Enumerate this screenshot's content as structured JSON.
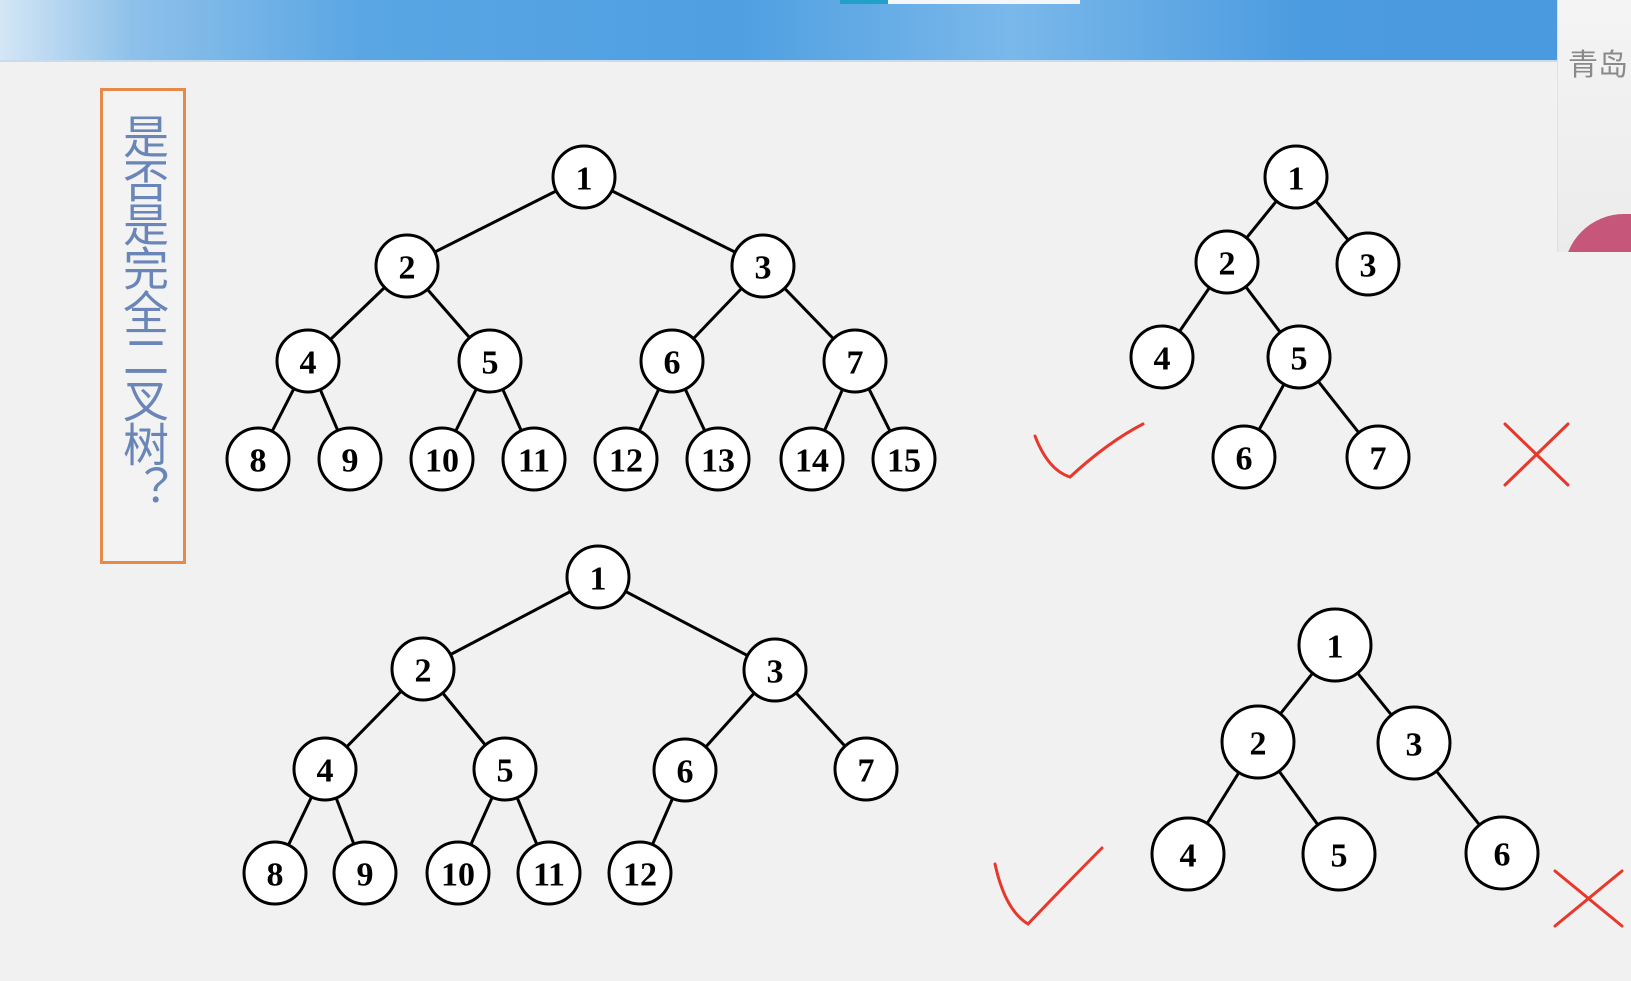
{
  "question": "是否是完全二叉树？",
  "webcam_caption": "青岛",
  "trees": [
    {
      "id": "tree-a",
      "nodes": [
        "1",
        "2",
        "3",
        "4",
        "5",
        "6",
        "7",
        "8",
        "9",
        "10",
        "11",
        "12",
        "13",
        "14",
        "15"
      ],
      "verdict": "correct"
    },
    {
      "id": "tree-b",
      "nodes": [
        "1",
        "2",
        "3",
        "4",
        "5",
        "6",
        "7"
      ],
      "verdict": "incorrect"
    },
    {
      "id": "tree-c",
      "nodes": [
        "1",
        "2",
        "3",
        "4",
        "5",
        "6",
        "7",
        "8",
        "9",
        "10",
        "11",
        "12"
      ],
      "verdict": "correct"
    },
    {
      "id": "tree-d",
      "nodes": [
        "1",
        "2",
        "3",
        "4",
        "5",
        "6"
      ],
      "verdict": "incorrect"
    }
  ],
  "colors": {
    "mark": "#e8382b",
    "question_text": "#6a86b8",
    "question_border": "#e68a4a",
    "header": "#4f9fe1"
  }
}
